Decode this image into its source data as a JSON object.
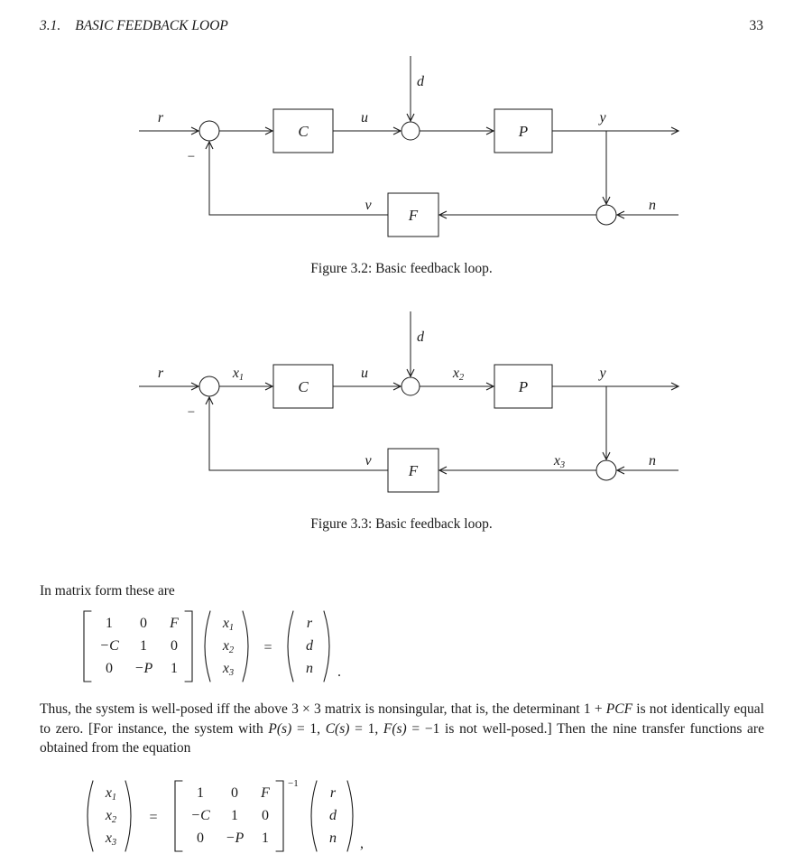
{
  "header": {
    "section": "3.1.",
    "title": "BASIC FEEDBACK LOOP",
    "page_number": "33"
  },
  "fig1": {
    "caption": "Figure 3.2: Basic feedback loop.",
    "labels": {
      "r": "r",
      "minus": "−",
      "block_c": "C",
      "u": "u",
      "d": "d",
      "block_p": "P",
      "y": "y",
      "n": "n",
      "block_f": "F",
      "v": "v"
    }
  },
  "fig2": {
    "caption": "Figure 3.3: Basic feedback loop.",
    "labels": {
      "r": "r",
      "minus": "−",
      "x1": {
        "base": "x",
        "sub": "1"
      },
      "block_c": "C",
      "u": "u",
      "d": "d",
      "x2": {
        "base": "x",
        "sub": "2"
      },
      "block_p": "P",
      "y": "y",
      "x3": {
        "base": "x",
        "sub": "3"
      },
      "n": "n",
      "block_f": "F",
      "v": "v"
    }
  },
  "text": {
    "intro": "In matrix form these are",
    "para": [
      "Thus, the system is well-posed iff the above 3 × 3 matrix is nonsingular, that is, the determinant 1 + ",
      "PCF",
      " is not identically equal to zero. [For instance, the system with ",
      "P(s)",
      " = 1, ",
      "C(s)",
      " = 1, ",
      "F(s)",
      " = −1 is not well-posed.] Then the nine transfer functions are obtained from the equation"
    ]
  },
  "eq1": {
    "matrix": [
      [
        "1",
        "0",
        "F"
      ],
      [
        "−C",
        "1",
        "0"
      ],
      [
        "0",
        "−P",
        "1"
      ]
    ],
    "x_vector": [
      {
        "base": "x",
        "sub": "1"
      },
      {
        "base": "x",
        "sub": "2"
      },
      {
        "base": "x",
        "sub": "3"
      }
    ],
    "equals": "=",
    "rhs_vector": [
      "r",
      "d",
      "n"
    ],
    "terminator": "."
  },
  "eq2": {
    "x_vector": [
      {
        "base": "x",
        "sub": "1"
      },
      {
        "base": "x",
        "sub": "2"
      },
      {
        "base": "x",
        "sub": "3"
      }
    ],
    "equals": "=",
    "matrix": [
      [
        "1",
        "0",
        "F"
      ],
      [
        "−C",
        "1",
        "0"
      ],
      [
        "0",
        "−P",
        "1"
      ]
    ],
    "exponent": "−1",
    "rhs_vector": [
      "r",
      "d",
      "n"
    ],
    "terminator": ","
  }
}
